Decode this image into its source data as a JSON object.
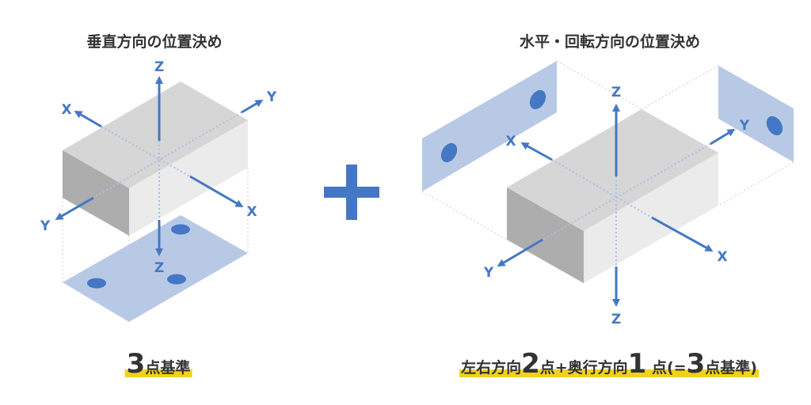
{
  "left": {
    "title": "垂直方向の位置決め",
    "caption": {
      "num": "3",
      "text": "点基準"
    },
    "axes": {
      "z_up": "Z",
      "z_down": "Z",
      "x_left": "X",
      "x_right": "X",
      "y_up": "Y",
      "y_down": "Y"
    }
  },
  "plus_sign": "+",
  "right": {
    "title": "水平・回転方向の位置決め",
    "caption": {
      "p1": "左右方向",
      "n1": "2",
      "p2": "点+奥行方向",
      "n2": "1",
      "p3": " 点(=",
      "n3": "3",
      "p4": "点基準)"
    },
    "axes": {
      "z_up": "Z",
      "z_down": "Z",
      "x_left": "X",
      "x_right": "X",
      "y_up": "Y",
      "y_down": "Y"
    }
  },
  "colors": {
    "accent": "#4478c4",
    "plate": "#b8c9e6",
    "highlight": "#f0d21a"
  }
}
